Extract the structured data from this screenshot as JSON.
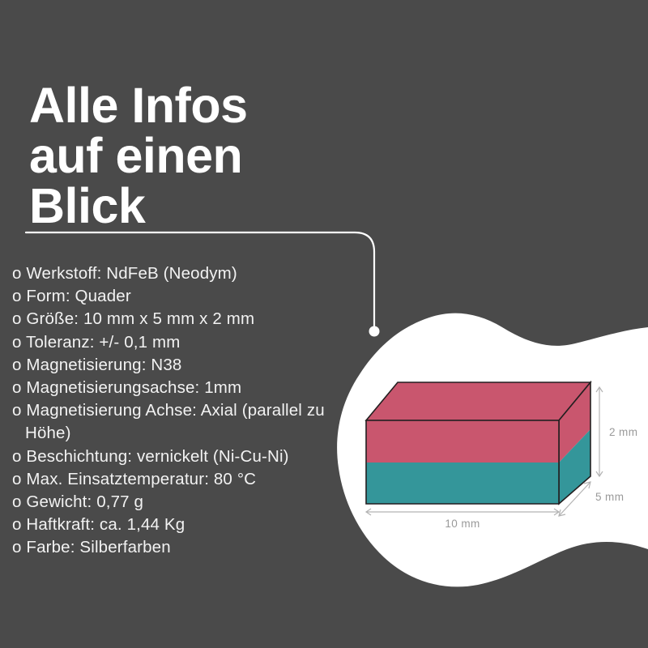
{
  "page": {
    "background_color": "#4a4a4a",
    "blob_color": "#ffffff",
    "text_color": "#f2f2f2",
    "heading_color": "#ffffff"
  },
  "header": {
    "title": "Alle Infos\nauf einen\nBlick"
  },
  "specs": {
    "bullet": "o",
    "items": [
      "Werkstoff: NdFeB (Neodym)",
      "Form: Quader",
      "Größe: 10 mm x 5 mm x 2 mm",
      "Toleranz: +/- 0,1 mm",
      "Magnetisierung: N38",
      "Magnetisierungsachse: 1mm",
      "Magnetisierung Achse: Axial (parallel zu Höhe)",
      "Beschichtung: vernickelt (Ni-Cu-Ni)",
      "Max. Einsatztemperatur: 80 °C",
      "Gewicht: 0,77 g",
      "Haftkraft: ca. 1,44 Kg",
      "Farbe: Silberfarben"
    ]
  },
  "illustration": {
    "name": "magnet-cuboid-3d",
    "north_pole_color": "#c9566e",
    "south_pole_color": "#34969a",
    "edge_color": "#231f20",
    "dimension_line_color": "#b3b3b3",
    "dimension_label_color": "#9a9a9a",
    "dimensions": {
      "length": "10 mm",
      "depth": "5 mm",
      "height": "2 mm"
    }
  }
}
